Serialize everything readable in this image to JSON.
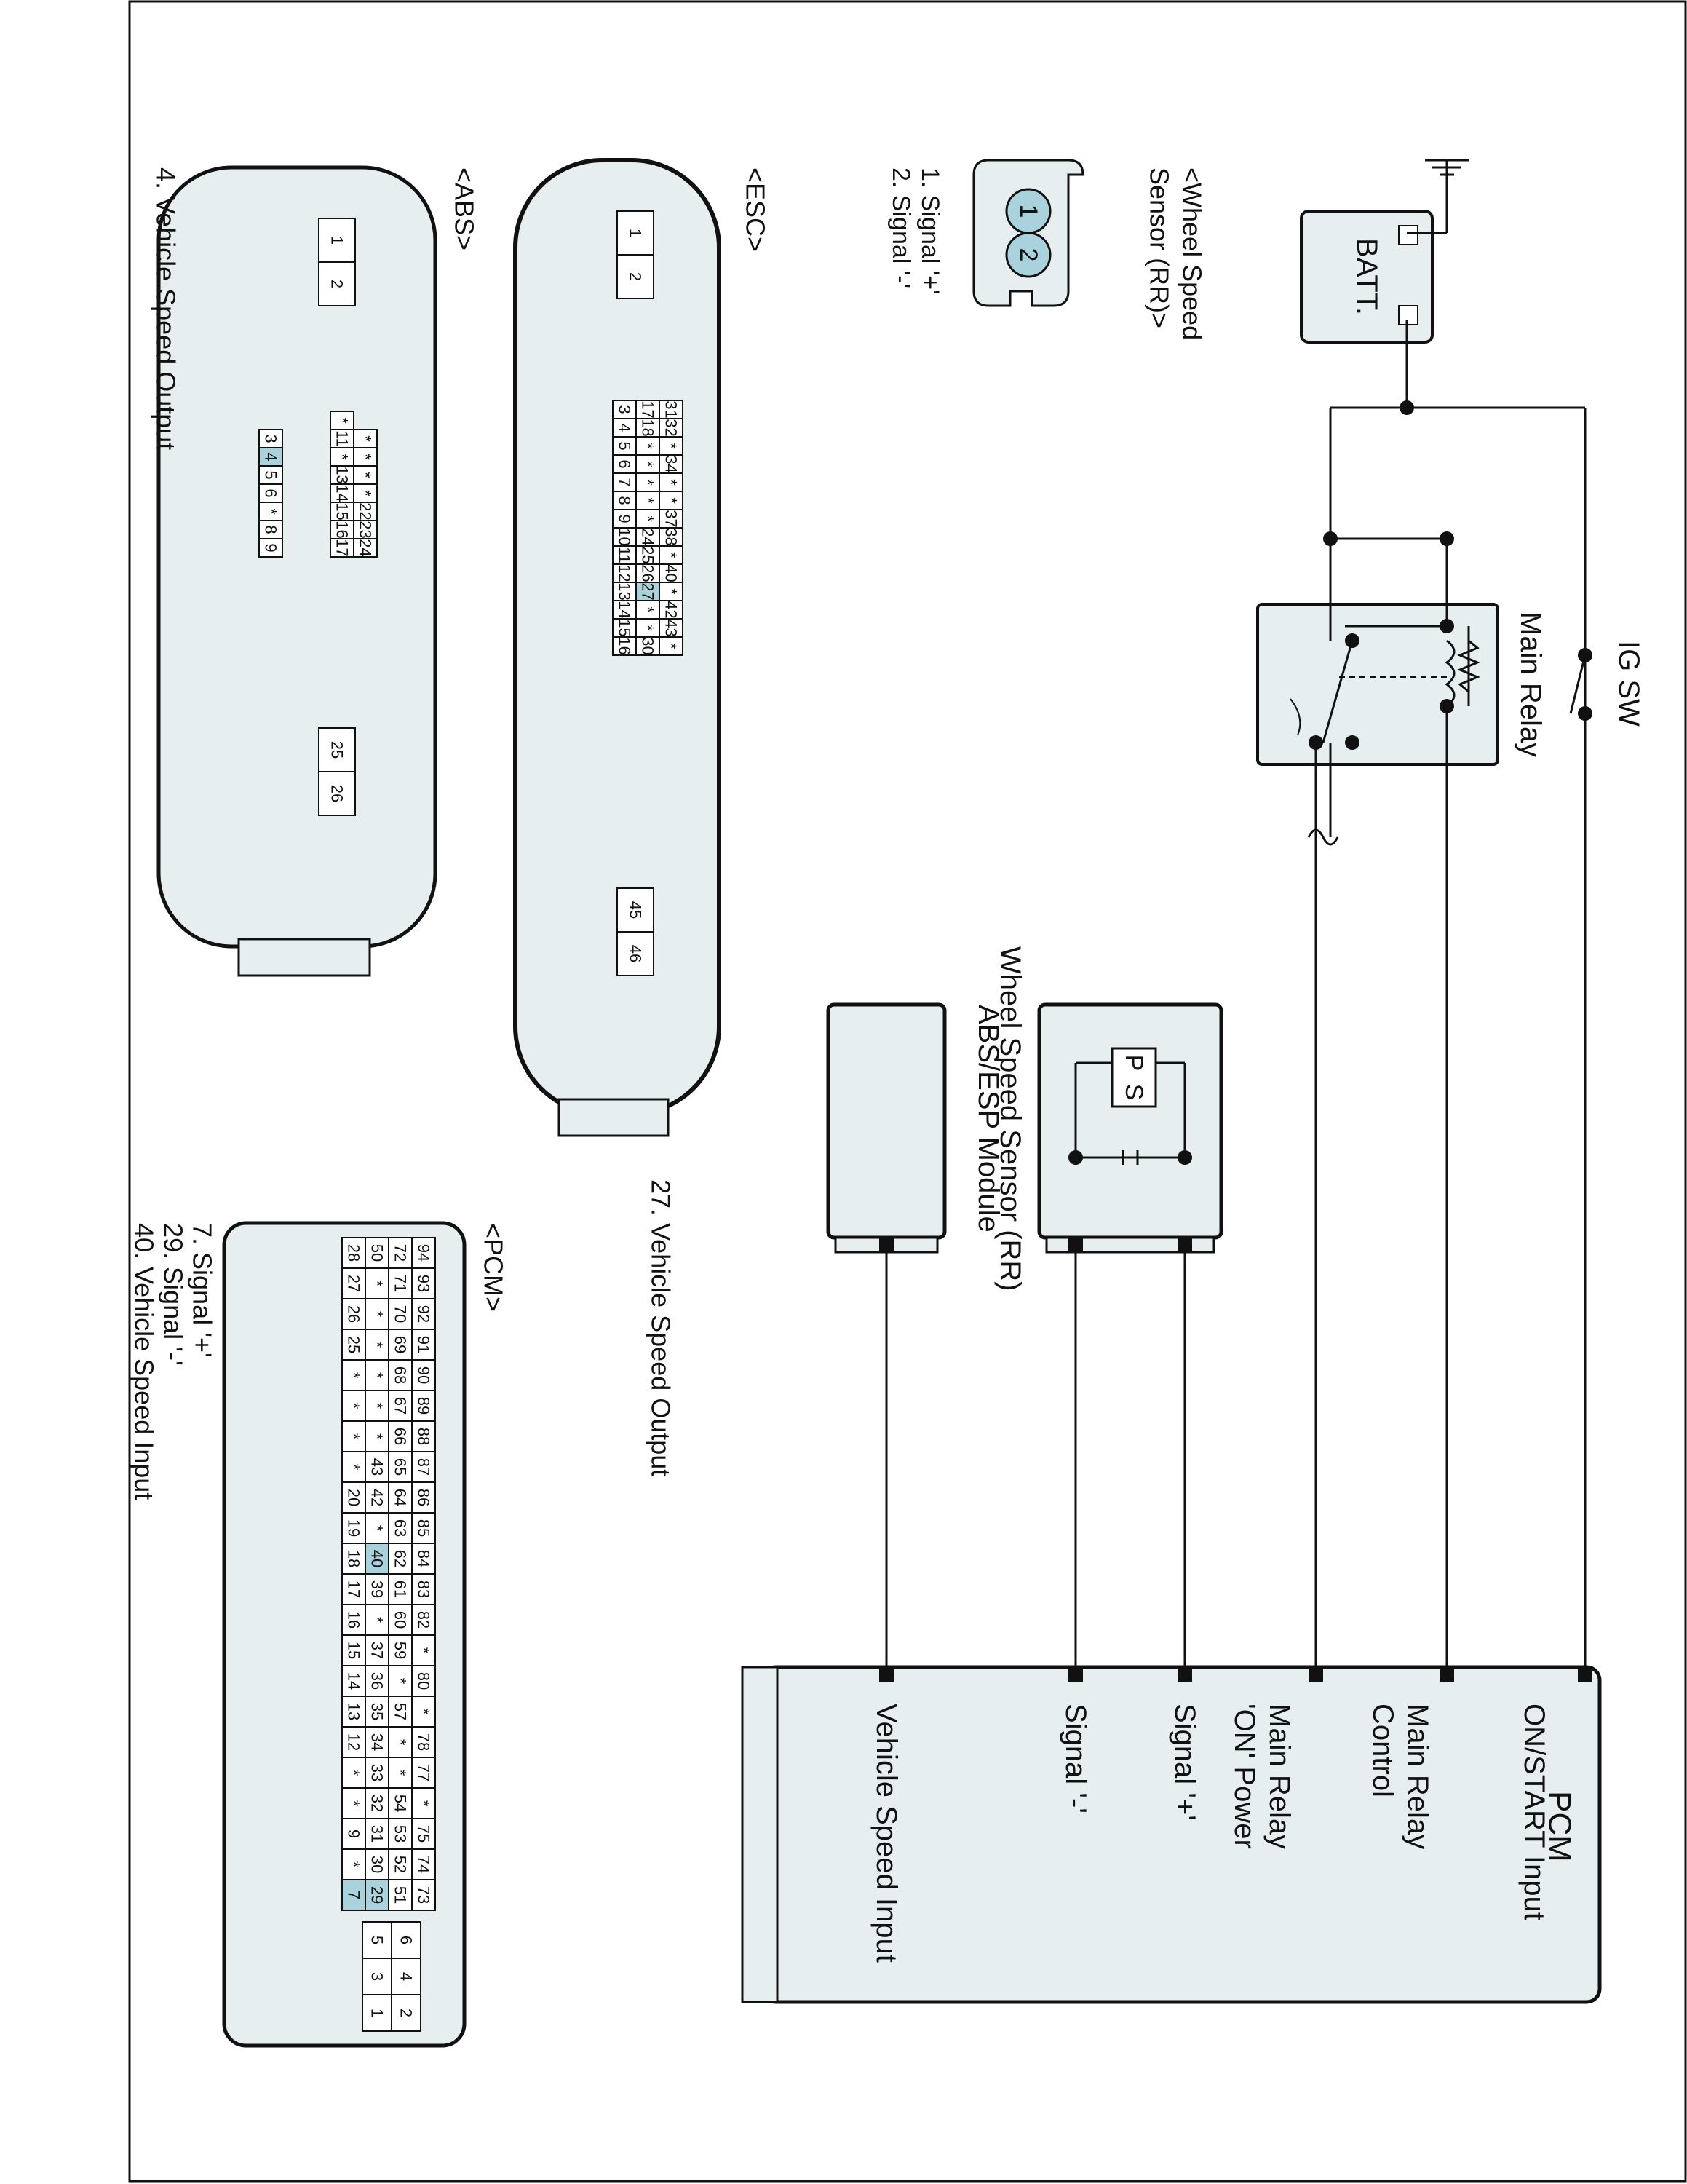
{
  "labels": {
    "pcm_module": "PCM",
    "on_start_input": "ON/START Input",
    "main_relay_control": [
      "Main Relay",
      "Control"
    ],
    "main_relay_on_power": [
      "Main Relay",
      "'ON' Power"
    ],
    "signal_plus": "Signal '+'",
    "signal_minus": "Signal '-'",
    "vehicle_speed_input": "Vehicle Speed Input",
    "ig_sw": "IG SW",
    "main_relay": "Main Relay",
    "batt": "BATT.",
    "wheel_speed_sensor": "Wheel Speed Sensor (RR)",
    "abs_esp_module": "ABS/ESP Module",
    "sensor_p": "P",
    "sensor_s": "S"
  },
  "connectors": {
    "wss": {
      "title": [
        "<Wheel Speed",
        "Sensor (RR)>"
      ],
      "pins": [
        "1",
        "2"
      ],
      "legend": [
        "1. Signal '+'",
        "2. Signal '-'"
      ]
    },
    "esc": {
      "title": "<ESC>",
      "pins_left": [
        "1",
        "2"
      ],
      "row_top": [
        "31",
        "32",
        "*",
        "34",
        "*",
        "*",
        "37",
        "38",
        "*",
        "40",
        "*",
        "42",
        "43",
        "*"
      ],
      "row_mid": [
        "17",
        "18",
        "*",
        "*",
        "*",
        "*",
        "*",
        "24",
        "25",
        "26",
        "27",
        "*",
        "*",
        "30"
      ],
      "row_bot": [
        "3",
        "4",
        "5",
        "6",
        "7",
        "8",
        "9",
        "10",
        "11",
        "12",
        "13",
        "14",
        "15",
        "16"
      ],
      "pins_right": [
        "45",
        "46"
      ],
      "legend": [
        "27. Vehicle Speed Output"
      ]
    },
    "abs": {
      "title": "<ABS>",
      "pins_left": [
        "1",
        "2"
      ],
      "row1": [
        "*",
        "*",
        "*",
        "*",
        "22",
        "23",
        "24"
      ],
      "row2": [
        "*",
        "11",
        "*",
        "13",
        "14",
        "15",
        "16",
        "17"
      ],
      "row3": [
        "3",
        "4",
        "5",
        "6",
        "*",
        "8",
        "9"
      ],
      "pins_right": [
        "25",
        "26"
      ],
      "legend": [
        "4. Vehicle Speed Output"
      ]
    },
    "pcm": {
      "title": "<PCM>",
      "row1": [
        "94",
        "93",
        "92",
        "91",
        "90",
        "89",
        "88",
        "87",
        "86",
        "85",
        "84",
        "83",
        "82",
        "*",
        "80",
        "*",
        "78",
        "77",
        "*",
        "75",
        "74",
        "73"
      ],
      "row2": [
        "72",
        "71",
        "70",
        "69",
        "68",
        "67",
        "66",
        "65",
        "64",
        "63",
        "62",
        "61",
        "60",
        "59",
        "*",
        "57",
        "*",
        "*",
        "54",
        "53",
        "52",
        "51"
      ],
      "row3": [
        "50",
        "*",
        "*",
        "*",
        "*",
        "*",
        "*",
        "43",
        "42",
        "*",
        "40",
        "39",
        "*",
        "37",
        "36",
        "35",
        "34",
        "33",
        "32",
        "31",
        "30",
        "29"
      ],
      "row4": [
        "28",
        "27",
        "26",
        "25",
        "*",
        "*",
        "*",
        "*",
        "20",
        "19",
        "18",
        "17",
        "16",
        "15",
        "14",
        "13",
        "12",
        "*",
        "*",
        "9",
        "*",
        "7"
      ],
      "small_pins": [
        "6",
        "5",
        "4",
        "3",
        "2",
        "1"
      ],
      "legend": [
        "7. Signal '+'",
        "29. Signal '-'",
        "40. Vehicle Speed Input"
      ]
    }
  },
  "colors": {
    "line": "#111111",
    "module_fill": "#e6eef0",
    "highlight": "#a9d2dc",
    "white": "#ffffff"
  }
}
